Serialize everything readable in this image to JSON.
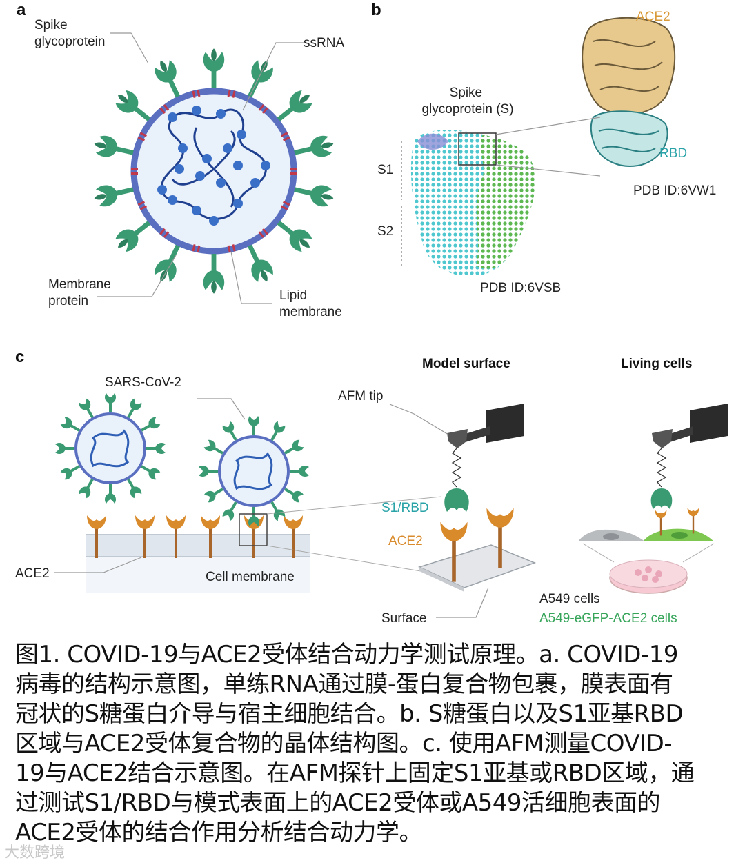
{
  "panels": {
    "a": {
      "letter": "a",
      "labels": {
        "spike": [
          "Spike",
          "glycoprotein"
        ],
        "ssrna": "ssRNA",
        "membrane_protein": [
          "Membrane",
          "protein"
        ],
        "lipid_membrane": [
          "Lipid",
          "membrane"
        ]
      }
    },
    "b": {
      "letter": "b",
      "labels": {
        "ace2": "ACE2",
        "spike": [
          "Spike",
          "glycoprotein (S)"
        ],
        "s1": "S1",
        "s2": "S2",
        "rbd": "RBD",
        "pdb_top": "PDB ID:6VW1",
        "pdb_bottom": "PDB ID:6VSB"
      }
    },
    "c": {
      "letter": "c",
      "labels": {
        "sars": "SARS-CoV-2",
        "model_surface": "Model surface",
        "living_cells": "Living cells",
        "afm_tip": "AFM tip",
        "s1_rbd": "S1/RBD",
        "ace2_mid": "ACE2",
        "ace2_left": "ACE2",
        "cell_membrane": "Cell membrane",
        "surface": "Surface",
        "a549": "A549 cells",
        "a549_egfp": "A549-eGFP-ACE2 cells"
      }
    }
  },
  "colors": {
    "spike_green": "#3a9a72",
    "membrane_blue": "#5a6fc0",
    "rna_blue": "#2f5fb5",
    "membrane_protein_red": "#c0394a",
    "ace2_orange": "#d98a2b",
    "rbd_teal": "#2aa3a8",
    "s_cyan": "#4fc7cf",
    "s_green": "#5fb84f",
    "egfp_green": "#36a55a"
  },
  "caption": {
    "lines": [
      "图1. COVID-19与ACE2受体结合动力学测试原理。a. COVID-19",
      "病毒的结构示意图，单练RNA通过膜-蛋白复合物包裹，膜表面有",
      "冠状的S糖蛋白介导与宿主细胞结合。b. S糖蛋白以及S1亚基RBD",
      "区域与ACE2受体复合物的晶体结构图。c. 使用AFM测量COVID-",
      "19与ACE2结合示意图。在AFM探针上固定S1亚基或RBD区域，通",
      "过测试S1/RBD与模式表面上的ACE2受体或A549活细胞表面的",
      "ACE2受体的结合作用分析结合动力学。"
    ]
  },
  "watermark": "大数跨境"
}
